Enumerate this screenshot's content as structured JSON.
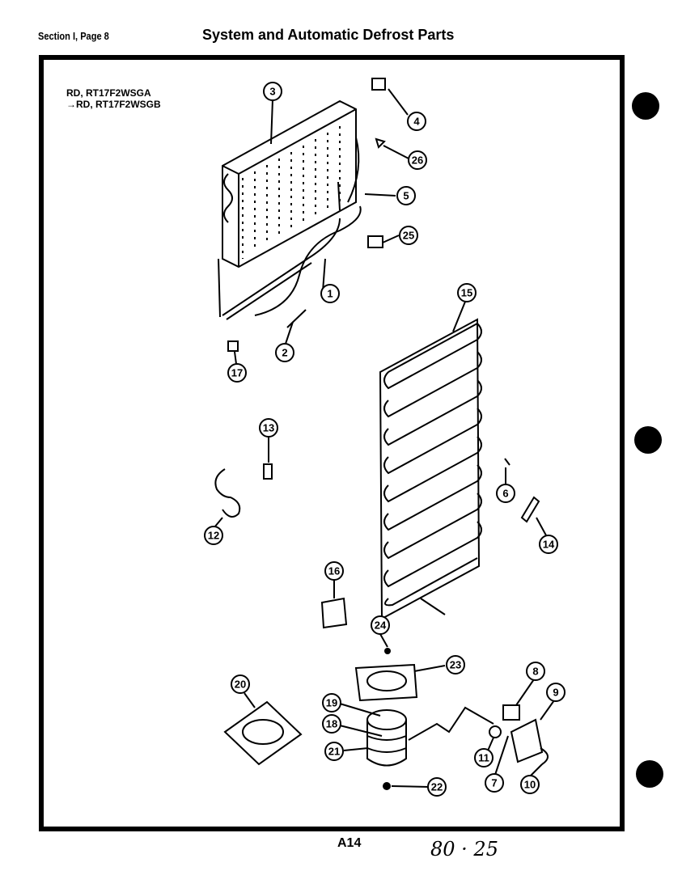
{
  "header": {
    "section": "Section I, Page 8",
    "title": "System and Automatic Defrost Parts"
  },
  "models": [
    "RD, RT17F2WSGA",
    "RD, RT17F2WSGB"
  ],
  "footer": {
    "page_label": "A14",
    "handwritten_note": "80 · 25"
  },
  "callouts": [
    "1",
    "2",
    "3",
    "4",
    "5",
    "6",
    "7",
    "8",
    "9",
    "10",
    "11",
    "12",
    "13",
    "14",
    "15",
    "16",
    "17",
    "18",
    "19",
    "20",
    "21",
    "22",
    "23",
    "24",
    "25",
    "26"
  ]
}
